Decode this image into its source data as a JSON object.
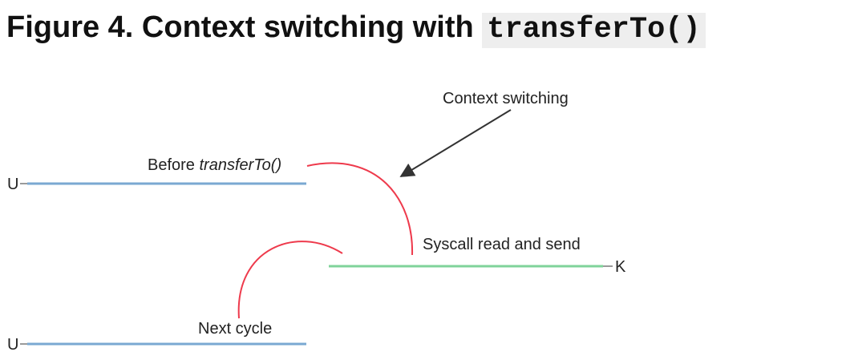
{
  "figure": {
    "title_prefix": "Figure 4. Context switching with ",
    "title_code": "transferTo()"
  },
  "diagram": {
    "labels": {
      "context_switching": "Context switching",
      "before_prefix": "Before ",
      "before_method": "transferTo()",
      "syscall": "Syscall read and send",
      "next_cycle": "Next cycle",
      "user_mode_top": "U",
      "kernel_mode": "K",
      "user_mode_bottom": "U"
    },
    "colors": {
      "user_line": "#7aa8d2",
      "kernel_line": "#7fd39a",
      "switch_curve": "#ee3a4c",
      "arrow": "#333333",
      "connector": "#9a9a9a"
    }
  }
}
